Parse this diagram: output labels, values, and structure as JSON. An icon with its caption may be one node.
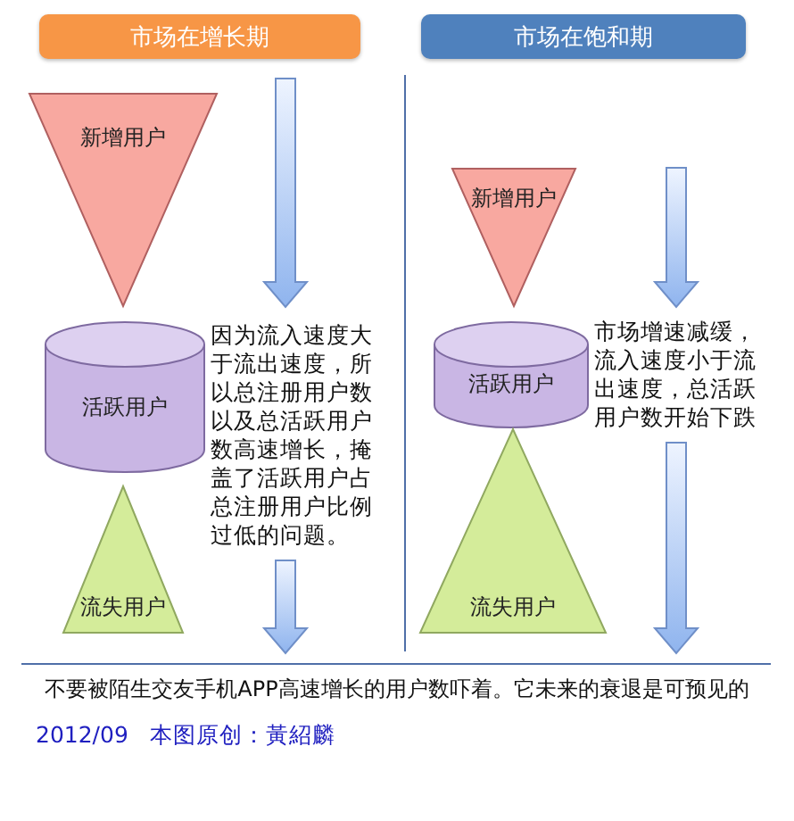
{
  "diagram": {
    "caption": "不要被陌生交友手机APP高速增长的用户数吓着。它未来的衰退是可预见的",
    "nodes": [
      {
        "text": [
          "市场在增长期"
        ]
      },
      {
        "text": [
          "市场在饱和期"
        ]
      },
      {
        "text": [
          "新增用户"
        ]
      },
      {
        "text": [
          "活跃用户"
        ]
      },
      {
        "text": [
          "流失用户"
        ]
      },
      {
        "text": [
          "新增用户"
        ]
      },
      {
        "text": [
          "活跃用户"
        ]
      },
      {
        "text": [
          "流失用户"
        ]
      }
    ],
    "labels": [
      "因为流入速度大于流出速度，所以总注册用户数以及总活跃用户数高速增长，掩盖了活跃用户占总注册用户比例过低的问题。",
      "市场增速减缓，流入速度小于流出速度，总活跃用户数开始下跌",
      "2012/09",
      "本图原创：黃紹麟"
    ]
  }
}
